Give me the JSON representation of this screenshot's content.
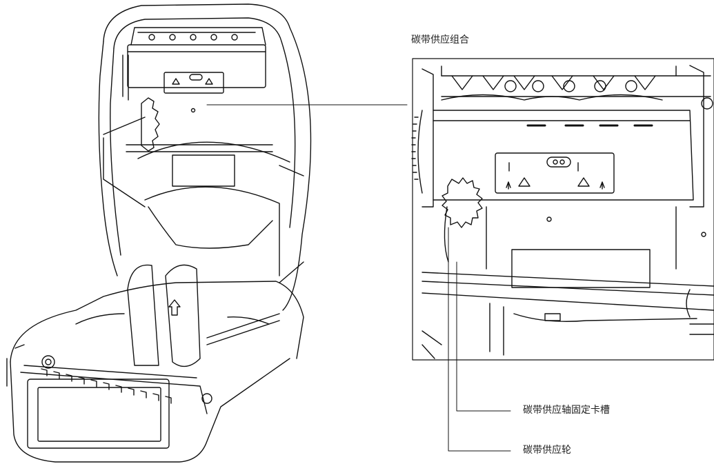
{
  "labels": {
    "assembly": "碳带供应组合",
    "slot": "碳带供应轴固定卡槽",
    "wheel": "碳带供应轮"
  },
  "head_markings": {
    "slot_symbol": "⊙⊙"
  }
}
